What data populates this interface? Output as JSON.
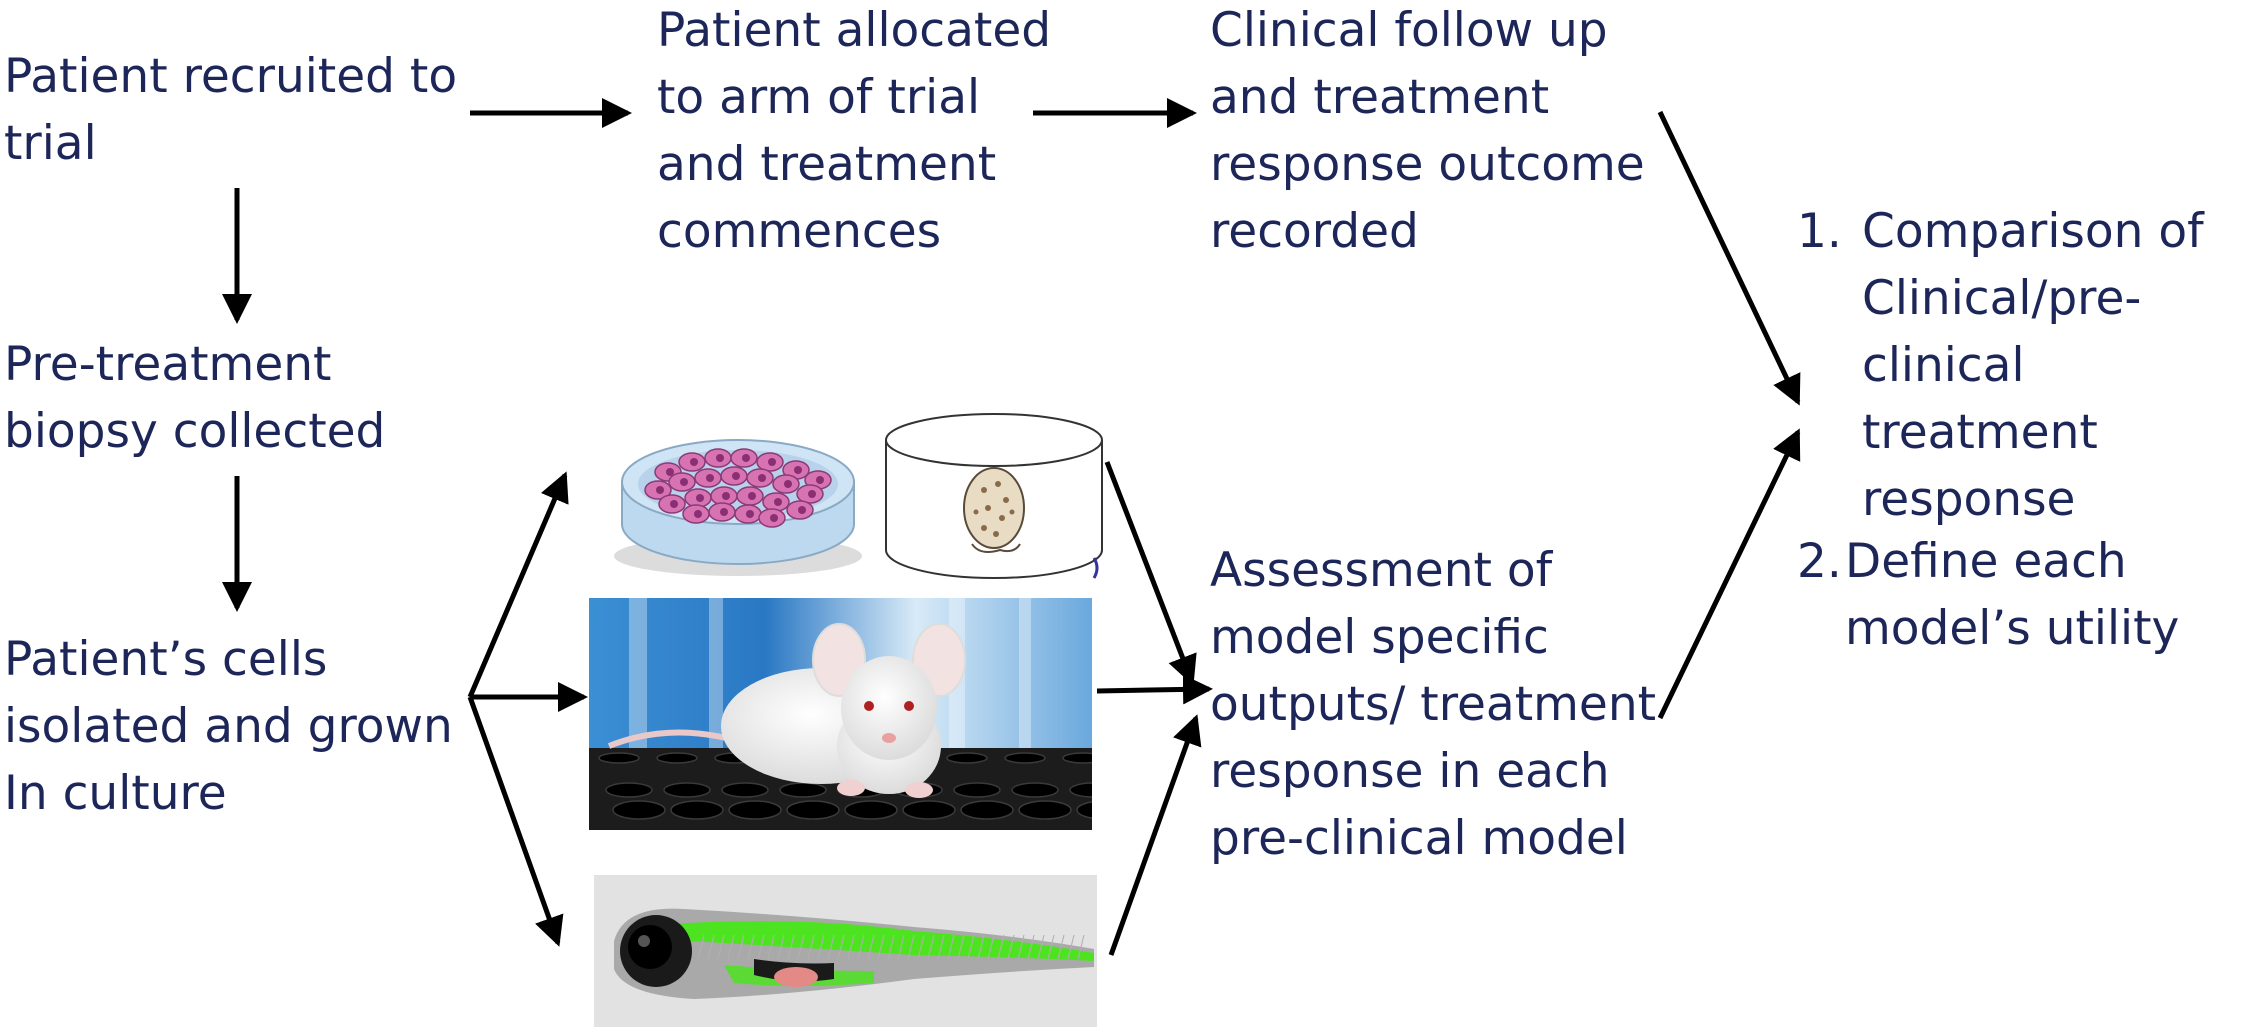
{
  "colors": {
    "text": "#1d2659",
    "arrow": "#000000",
    "fluorescent": "#4ee321"
  },
  "nodes": {
    "recruited": "Patient recruited to\ntrial",
    "allocated": "Patient allocated\nto arm of trial\nand treatment\ncommences",
    "follow_up": "Clinical follow up\nand treatment\nresponse  outcome\nrecorded",
    "biopsy": "Pre-treatment\nbiopsy collected",
    "cells": "Patient’s cells\nisolated and grown\nIn culture",
    "assessment": "Assessment of\nmodel specific\noutputs/ treatment\nresponse in each\npre-clinical model"
  },
  "outcomes": [
    {
      "number": "1.",
      "text": "Comparison of\nClinical/pre-\nclinical treatment\nresponse"
    },
    {
      "number": "2.",
      "text": "Define each\nmodel’s utility"
    }
  ],
  "images": {
    "culture_dish": "culture-dish-image",
    "spheroid_well": "spheroid-well-image",
    "mouse": "mouse-model-image",
    "zebrafish": "zebrafish-model-image"
  }
}
